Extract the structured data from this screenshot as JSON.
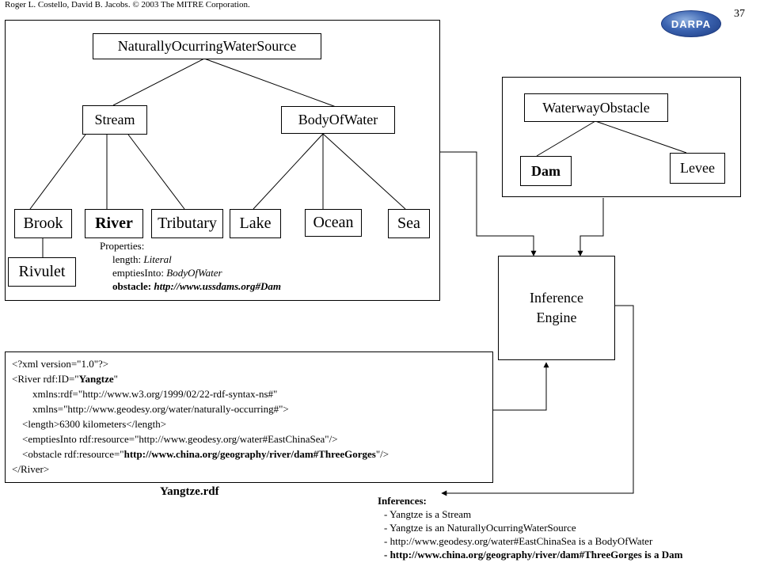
{
  "header": {
    "credit": "Roger L. Costello, David B. Jacobs. © 2003 The MITRE Corporation.",
    "page_number": "37",
    "logo_text": "DARPA"
  },
  "ontology": {
    "root": "NaturallyOcurringWaterSource",
    "stream": "Stream",
    "body_of_water": "BodyOfWater",
    "brook": "Brook",
    "river": "River",
    "tributary": "Tributary",
    "lake": "Lake",
    "ocean": "Ocean",
    "sea": "Sea",
    "rivulet": "Rivulet",
    "properties": {
      "title": "Properties:",
      "length_key": "length: ",
      "length_val": "Literal",
      "empties_key": "emptiesInto: ",
      "empties_val": "BodyOfWater",
      "obstacle_key": "obstacle: ",
      "obstacle_val": "http://www.ussdams.org#Dam"
    }
  },
  "obstacles": {
    "root": "WaterwayObstacle",
    "dam": "Dam",
    "levee": "Levee"
  },
  "engine": {
    "line1": "Inference",
    "line2": "Engine"
  },
  "rdf": {
    "l1": "<?xml version=\"1.0\"?>",
    "l2a": "<River rdf:ID=\"",
    "l2b": "Yangtze",
    "l2c": "\"",
    "l3": "        xmlns:rdf=\"http://www.w3.org/1999/02/22-rdf-syntax-ns#\"",
    "l4": "        xmlns=\"http://www.geodesy.org/water/naturally-occurring#\">",
    "l5": "    <length>6300 kilometers</length>",
    "l6": "    <emptiesInto rdf:resource=\"http://www.geodesy.org/water#EastChinaSea\"/>",
    "l7a": "    <obstacle rdf:resource=\"",
    "l7b": "http://www.china.org/geography/river/dam#ThreeGorges",
    "l7c": "\"/>",
    "l8": "</River>",
    "caption": "Yangtze.rdf"
  },
  "inferences": {
    "title": "Inferences:",
    "i1": "- Yangtze is a Stream",
    "i2": "- Yangtze is an NaturallyOcurringWaterSource",
    "i3": "- http://www.geodesy.org/water#EastChinaSea is a BodyOfWater",
    "i4": "- http://www.china.org/geography/river/dam#ThreeGorges  is a Dam"
  }
}
